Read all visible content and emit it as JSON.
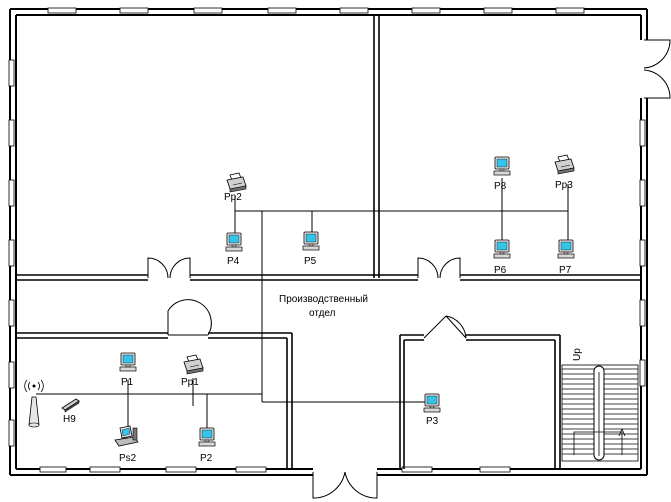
{
  "area_label": {
    "line1": "Производственный",
    "line2": "отдел"
  },
  "stairs_label": "Up",
  "devices": {
    "p1": "P1",
    "p2": "P2",
    "p3": "P3",
    "p4": "P4",
    "p5": "P5",
    "p6": "P6",
    "p7": "P7",
    "p8": "P8",
    "pp1": "Pp1",
    "pp2": "Pp2",
    "pp3": "Pp3",
    "ps2": "Ps2",
    "h9": "H9"
  },
  "colors": {
    "wall": "#000000",
    "monitor_screen": "#33c4e8",
    "background": "#ffffff"
  },
  "icons": {
    "workstation": "computer-icon",
    "printer": "printer-icon",
    "server": "server-icon",
    "hub": "hub-icon",
    "antenna": "wireless-antenna-icon"
  }
}
